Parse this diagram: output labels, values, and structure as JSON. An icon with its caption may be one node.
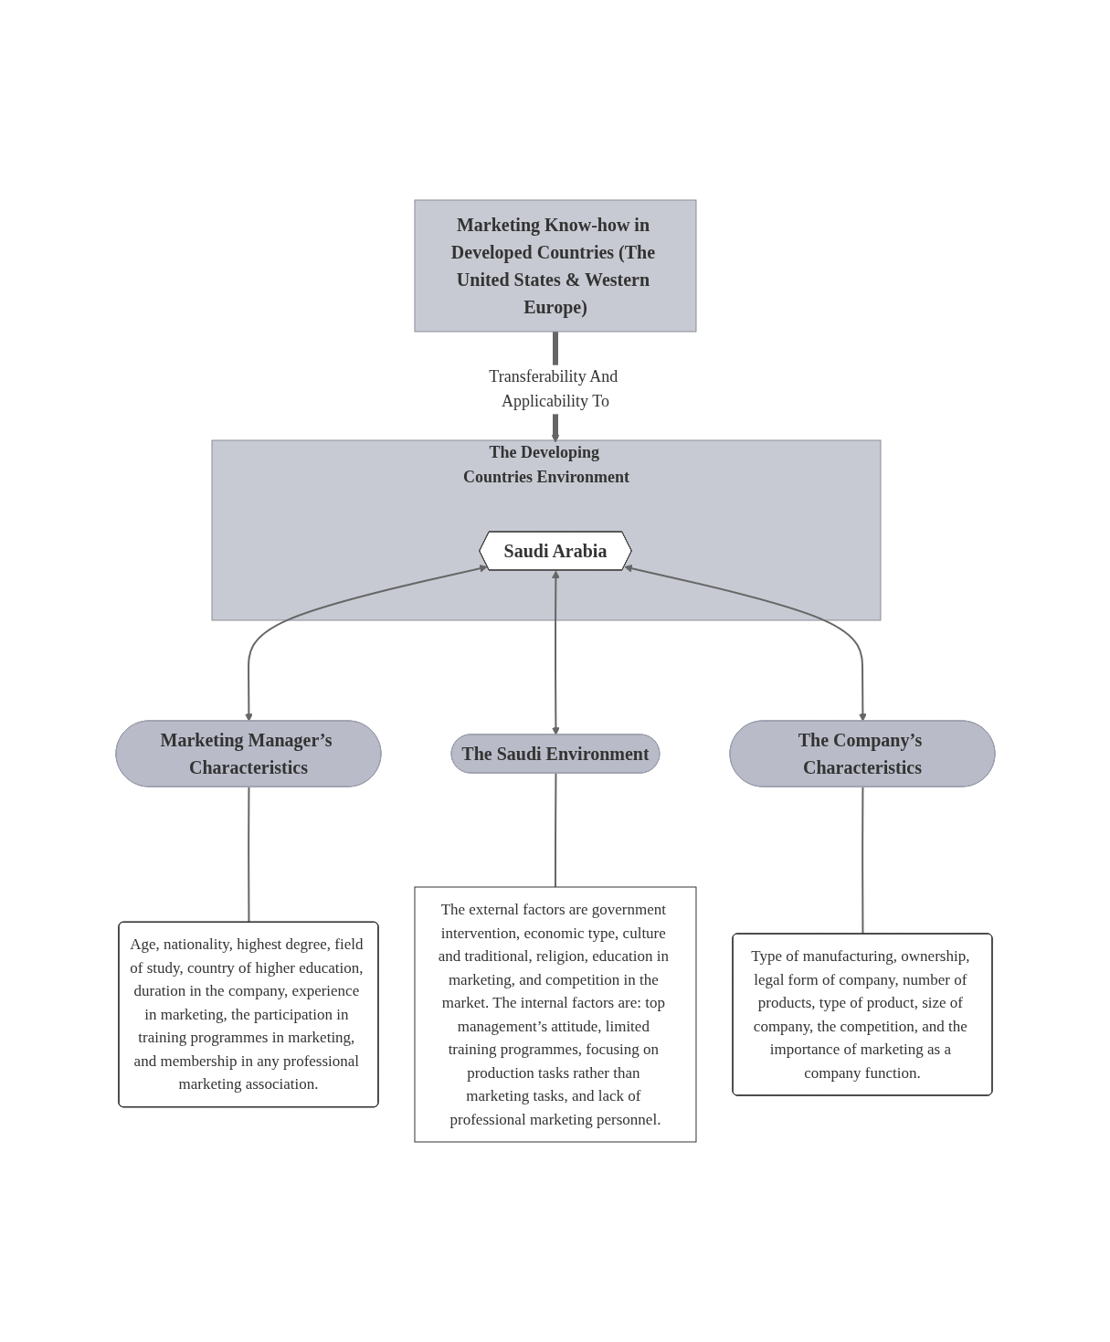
{
  "diagram": {
    "nodes": [
      {
        "text": [
          "Marketing Know-how in Developed Countries (The United States & Western Europe)"
        ]
      },
      {
        "text": [
          "The Developing Countries Environment"
        ]
      },
      {
        "text": [
          "Saudi Arabia"
        ],
        "in": 1
      },
      {
        "text": [
          "Marketing Manager’s Characteristics"
        ]
      },
      {
        "text": [
          "The Saudi Environment"
        ]
      },
      {
        "text": [
          "The Company’s Characteristics"
        ]
      },
      {
        "text": [
          "Age, nationality, highest degree, field of study, country of higher education, duration in the company, experience in marketing, the participation in training programmes in marketing, and membership in any professional marketing association."
        ]
      },
      {
        "text": [
          "The external factors are government intervention, economic type, culture and traditional, religion, education in marketing, and competition in the market. The internal factors are: top management’s attitude, limited training programmes, focusing on production tasks rather than marketing tasks, and lack of professional marketing personnel."
        ]
      },
      {
        "text": [
          "Type of manufacturing, ownership, legal form of company, number of products, type of product, size of company, the competition, and the importance of marketing as a company function."
        ]
      }
    ],
    "edges": [
      {
        "from": 0,
        "to": 1,
        "arrow": "to",
        "label": "Transferability And Applicability To",
        "style": "thick"
      },
      {
        "from": 2,
        "to": 3,
        "arrow": "both"
      },
      {
        "from": 2,
        "to": 4,
        "arrow": "both"
      },
      {
        "from": 2,
        "to": 5,
        "arrow": "both"
      },
      {
        "from": 3,
        "to": 6,
        "arrow": "none"
      },
      {
        "from": 4,
        "to": 7,
        "arrow": "none"
      },
      {
        "from": 5,
        "to": 8,
        "arrow": "none"
      }
    ]
  }
}
